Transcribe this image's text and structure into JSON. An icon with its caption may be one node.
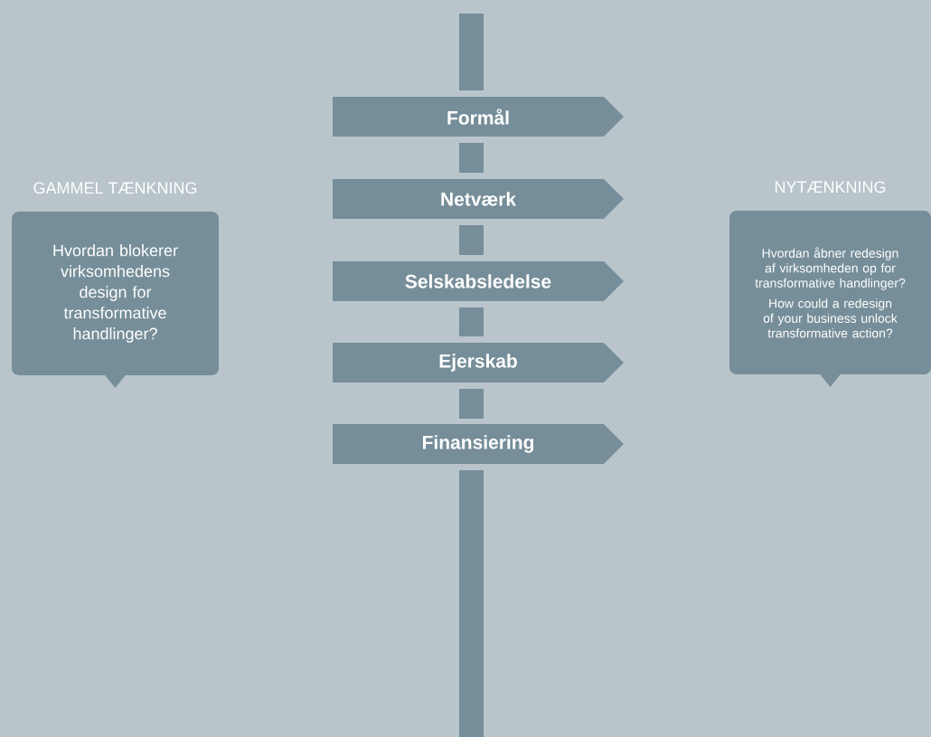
{
  "diagram": {
    "nodes": [
      {
        "text": [
          "GAMMEL TÆNKNING",
          "Hvordan blokerer virksomhedens design for transformative handlinger?"
        ]
      },
      {
        "text": [
          "Formål"
        ]
      },
      {
        "text": [
          "Netværk"
        ]
      },
      {
        "text": [
          "Selskabsledelse"
        ]
      },
      {
        "text": [
          "Ejerskab"
        ]
      },
      {
        "text": [
          "Finansiering"
        ]
      },
      {
        "text": [
          "NYTÆNKNING",
          "Hvordan åbner redesign af virksomheden op for transformative handlinger?",
          "How could a redesign of your business unlock transformative action?"
        ]
      }
    ]
  }
}
